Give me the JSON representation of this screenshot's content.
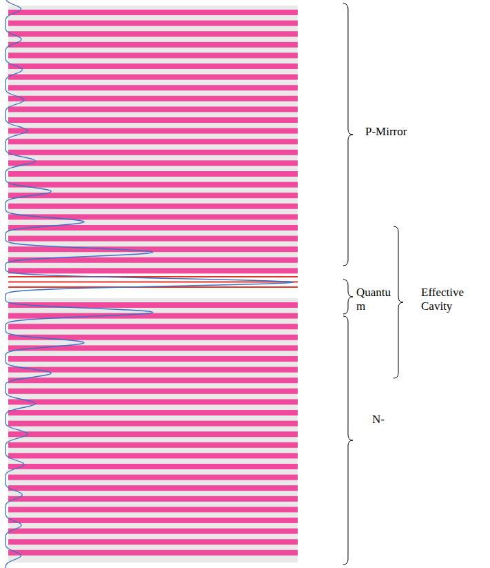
{
  "diagram": {
    "labels": [
      "P-Mirror",
      "Quantu m",
      "Effective Cavity",
      "N-"
    ]
  }
}
